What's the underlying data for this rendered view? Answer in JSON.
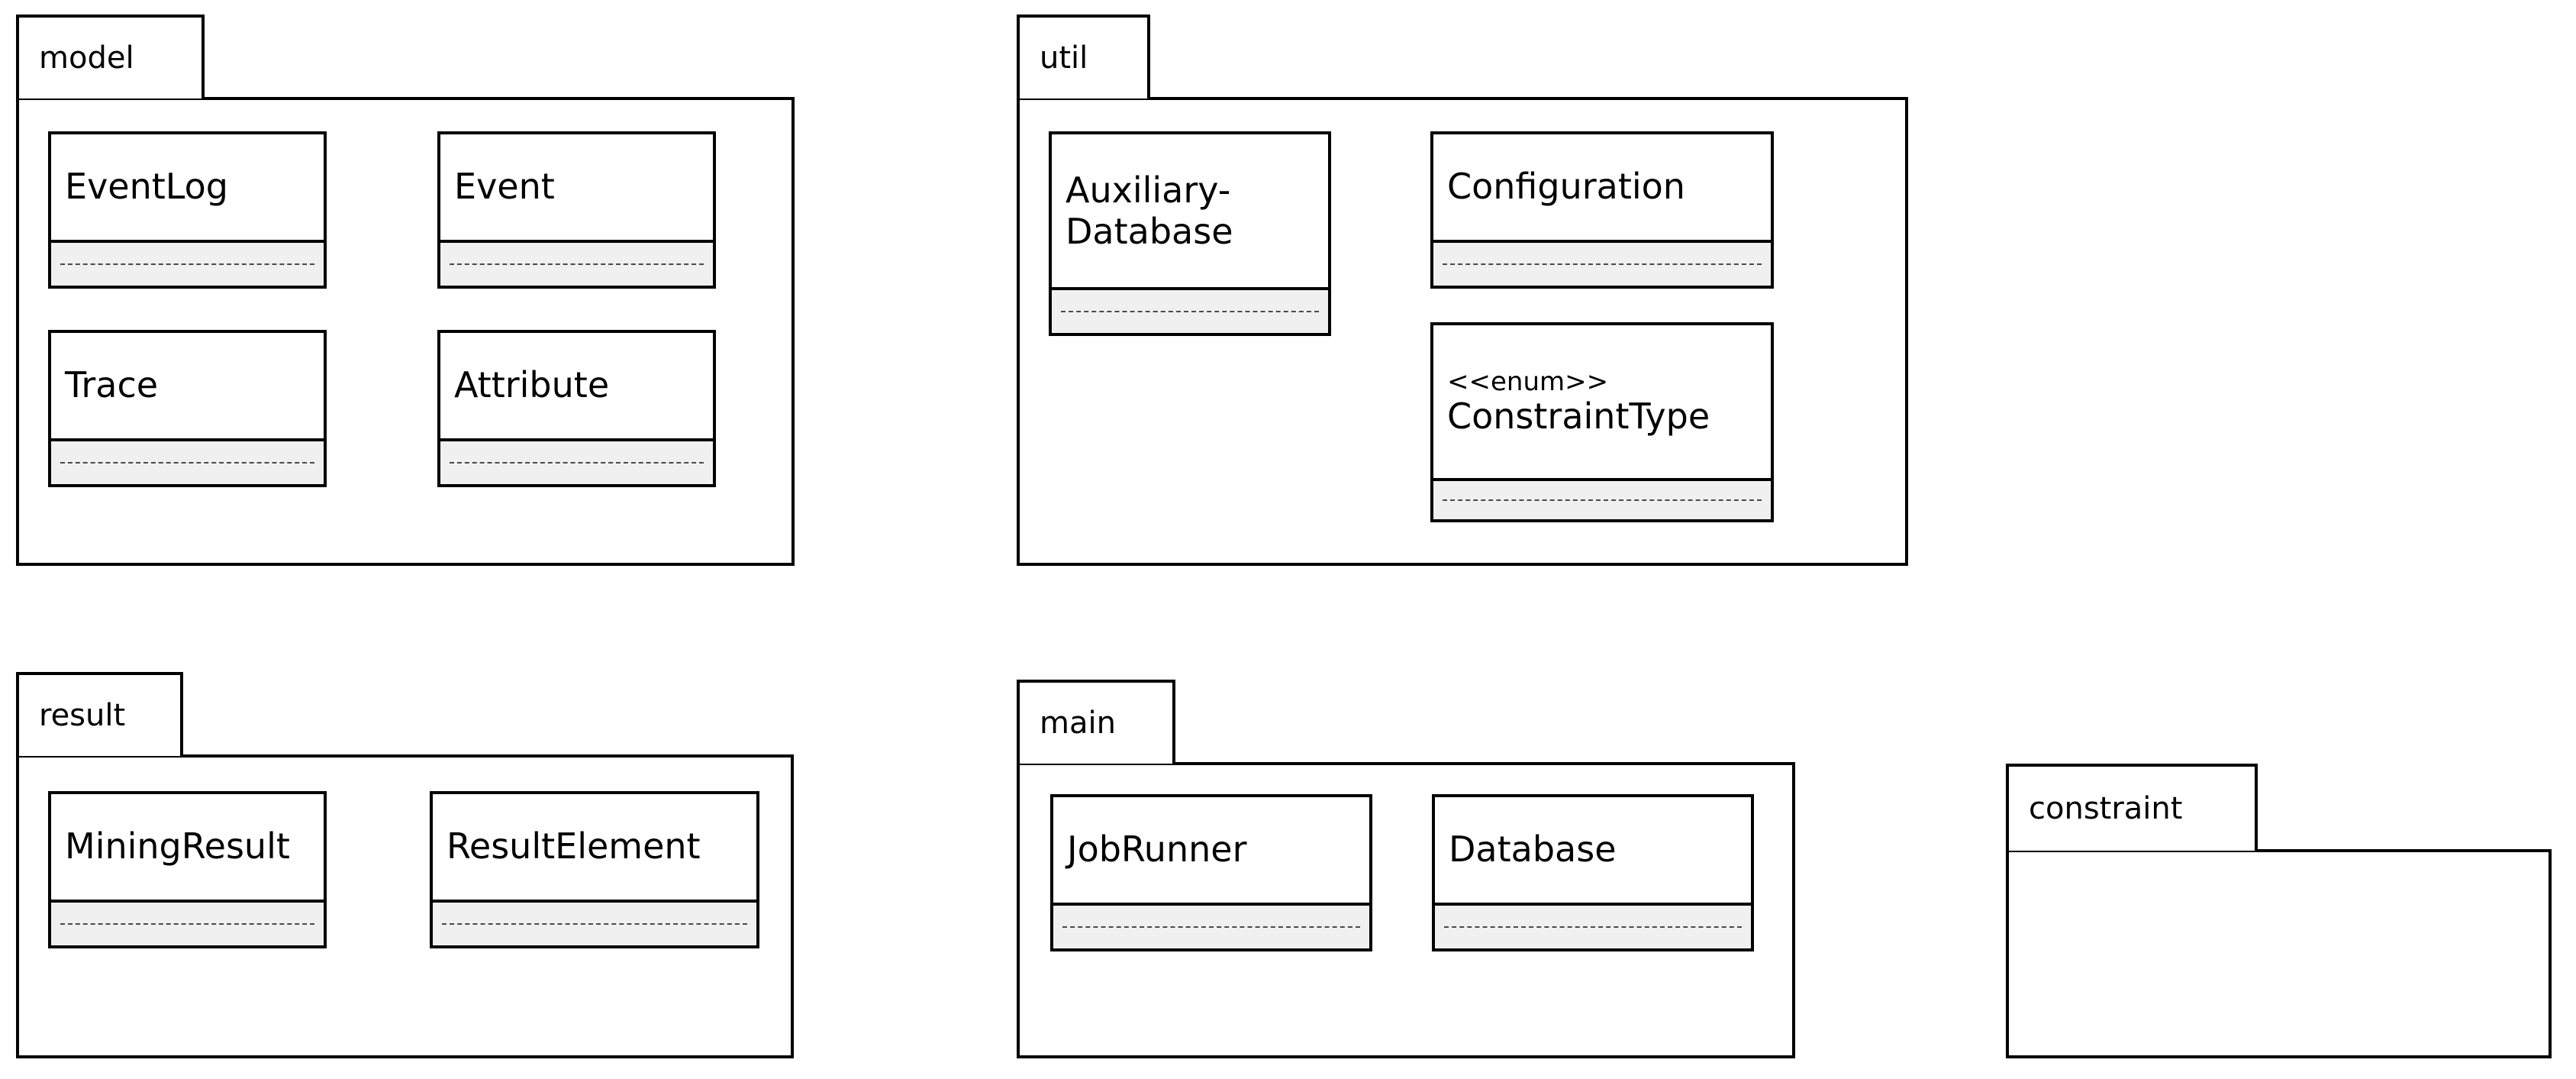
{
  "diagram": {
    "type": "uml-package-diagram",
    "background_color": "#ffffff",
    "line_color": "#000000",
    "compartment_fill": "#f0f0f0",
    "packages": [
      {
        "name": "model",
        "classes": [
          {
            "name": "EventLog",
            "stereotype": ""
          },
          {
            "name": "Event",
            "stereotype": ""
          },
          {
            "name": "Trace",
            "stereotype": ""
          },
          {
            "name": "Attribute",
            "stereotype": ""
          }
        ]
      },
      {
        "name": "util",
        "classes": [
          {
            "name": "Auxiliary-Database",
            "stereotype": "",
            "name_line_1": "Auxiliary-",
            "name_line_2": "Database"
          },
          {
            "name": "Configuration",
            "stereotype": ""
          },
          {
            "name": "ConstraintType",
            "stereotype": "<<enum>>"
          }
        ]
      },
      {
        "name": "result",
        "classes": [
          {
            "name": "MiningResult",
            "stereotype": ""
          },
          {
            "name": "ResultElement",
            "stereotype": ""
          }
        ]
      },
      {
        "name": "main",
        "classes": [
          {
            "name": "JobRunner",
            "stereotype": ""
          },
          {
            "name": "Database",
            "stereotype": ""
          }
        ]
      },
      {
        "name": "constraint",
        "classes": []
      }
    ]
  }
}
